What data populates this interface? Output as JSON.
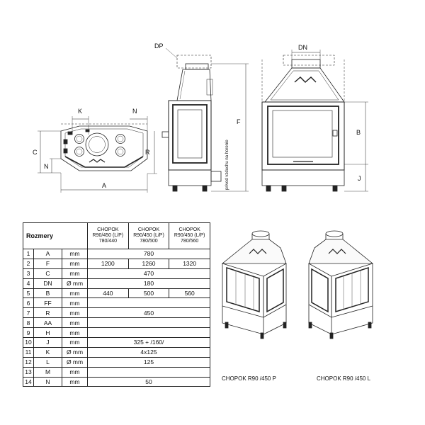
{
  "top_view": {
    "labels": {
      "k": "K",
      "n": "N",
      "c": "C",
      "n2": "N",
      "r": "R",
      "a": "A"
    }
  },
  "side_view": {
    "labels": {
      "dp": "DP",
      "f": "F"
    },
    "vertical_note": "prívod vzduchu na horenie"
  },
  "front_view": {
    "labels": {
      "dn": "DN",
      "b": "B",
      "j": "J"
    }
  },
  "table": {
    "title": "Rozmery",
    "models": [
      {
        "l1": "CHOPOK",
        "l2": "R90/450 (L/P)",
        "l3": "780/440"
      },
      {
        "l1": "CHOPOK",
        "l2": "R90/450 (L/P)",
        "l3": "780/500"
      },
      {
        "l1": "CHOPOK",
        "l2": "R90/450 (L/P)",
        "l3": "780/560"
      }
    ],
    "rows": [
      {
        "n": "1",
        "sym": "A",
        "unit": "mm",
        "vals": [
          "780"
        ]
      },
      {
        "n": "2",
        "sym": "F",
        "unit": "mm",
        "vals": [
          "1200",
          "1260",
          "1320"
        ]
      },
      {
        "n": "3",
        "sym": "C",
        "unit": "mm",
        "vals": [
          "470"
        ]
      },
      {
        "n": "4",
        "sym": "DN",
        "unit": "Ø mm",
        "vals": [
          "180"
        ]
      },
      {
        "n": "5",
        "sym": "B",
        "unit": "mm",
        "vals": [
          "440",
          "500",
          "560"
        ]
      },
      {
        "n": "6",
        "sym": "FF",
        "unit": "mm",
        "vals": [
          ""
        ]
      },
      {
        "n": "7",
        "sym": "R",
        "unit": "mm",
        "vals": [
          "450"
        ]
      },
      {
        "n": "8",
        "sym": "AA",
        "unit": "mm",
        "vals": [
          ""
        ]
      },
      {
        "n": "9",
        "sym": "H",
        "unit": "mm",
        "vals": [
          ""
        ]
      },
      {
        "n": "10",
        "sym": "J",
        "unit": "mm",
        "vals": [
          "325 + /160/"
        ]
      },
      {
        "n": "11",
        "sym": "K",
        "unit": "Ø mm",
        "vals": [
          "4x125"
        ]
      },
      {
        "n": "12",
        "sym": "L",
        "unit": "Ø mm",
        "vals": [
          "125"
        ]
      },
      {
        "n": "13",
        "sym": "M",
        "unit": "mm",
        "vals": [
          ""
        ]
      },
      {
        "n": "14",
        "sym": "N",
        "unit": "mm",
        "vals": [
          "50"
        ]
      }
    ]
  },
  "captions": {
    "right_model": "CHOPOK  R90 /450 P",
    "left_model": "CHOPOK  R90 /450 L"
  }
}
